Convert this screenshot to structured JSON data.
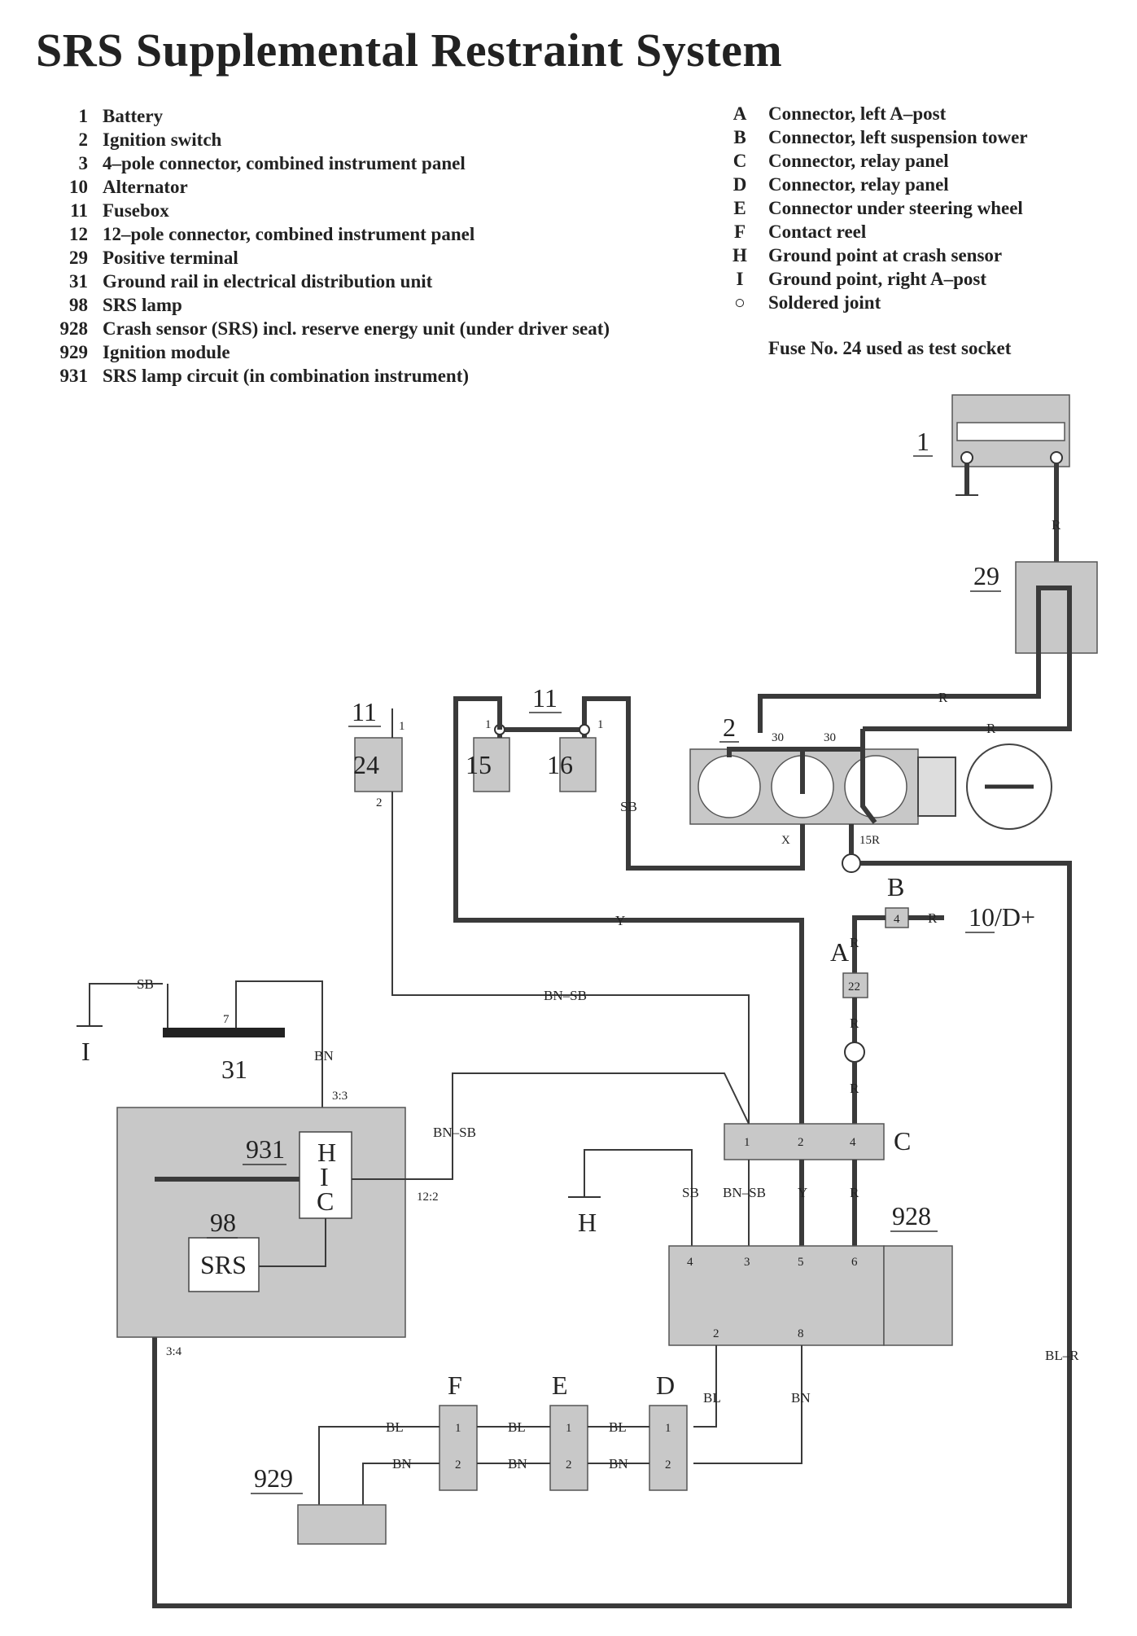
{
  "title": "SRS Supplemental Restraint System",
  "legend_left": [
    {
      "key": "1",
      "label": "Battery"
    },
    {
      "key": "2",
      "label": "Ignition switch"
    },
    {
      "key": "3",
      "label": "4–pole connector, combined instrument panel"
    },
    {
      "key": "10",
      "label": "Alternator"
    },
    {
      "key": "11",
      "label": "Fusebox"
    },
    {
      "key": "12",
      "label": "12–pole connector, combined instrument panel"
    },
    {
      "key": "29",
      "label": "Positive terminal"
    },
    {
      "key": "31",
      "label": "Ground rail in electrical distribution unit"
    },
    {
      "key": "98",
      "label": "SRS lamp"
    },
    {
      "key": "928",
      "label": "Crash sensor (SRS) incl. reserve energy unit (under driver seat)"
    },
    {
      "key": "929",
      "label": "Ignition module"
    },
    {
      "key": "931",
      "label": "SRS lamp circuit (in combination instrument)"
    }
  ],
  "legend_right": [
    {
      "key": "A",
      "label": "Connector, left A–post"
    },
    {
      "key": "B",
      "label": "Connector, left suspension tower"
    },
    {
      "key": "C",
      "label": "Connector, relay panel"
    },
    {
      "key": "D",
      "label": "Connector, relay panel"
    },
    {
      "key": "E",
      "label": "Connector under steering wheel"
    },
    {
      "key": "F",
      "label": "Contact reel"
    },
    {
      "key": "H",
      "label": "Ground point at crash sensor"
    },
    {
      "key": "I",
      "label": "Ground point, right A–post"
    },
    {
      "key": "○",
      "label": "Soldered joint"
    }
  ],
  "fuse_note": "Fuse No. 24 used as test socket",
  "components": {
    "battery": "1",
    "positive_terminal": "29",
    "ignition_switch": "2",
    "fusebox_left": "11",
    "fusebox_right": "11",
    "fuse_24": "24",
    "fuse_15": "15",
    "fuse_16": "16",
    "alternator_ref": "10/D+",
    "ground_rail": "31",
    "ground_rail_pin": "7",
    "ground_I": "I",
    "ground_H": "H",
    "lamp_circuit": "931",
    "hic_h": "H",
    "hic_i": "I",
    "hic_c": "C",
    "srs_lamp": "98",
    "srs_text": "SRS",
    "crash_sensor": "928",
    "ignition_module": "929",
    "conn_a": "A",
    "conn_b": "B",
    "conn_c": "C",
    "conn_d": "D",
    "conn_e": "E",
    "conn_f": "F"
  },
  "pins": {
    "fuse24_top": "1",
    "fuse24_bottom": "2",
    "fuse15_top": "1",
    "fuse16_top": "1",
    "switch_30a": "30",
    "switch_30b": "30",
    "switch_x": "X",
    "switch_15r": "15R",
    "b_pin": "4",
    "a_pin": "22",
    "c_pin1": "1",
    "c_pin2": "2",
    "c_pin4": "4",
    "s928_4": "4",
    "s928_3": "3",
    "s928_5": "5",
    "s928_6": "6",
    "s928_2": "2",
    "s928_8": "8",
    "f_1": "1",
    "f_2": "2",
    "e_1": "1",
    "e_2": "2",
    "d_1": "1",
    "d_2": "2",
    "p33": "3:3",
    "p34": "3:4",
    "p122": "12:2"
  },
  "wire_labels": {
    "r_bat": "R",
    "r_29a": "R",
    "r_29b": "R",
    "sb_fuse": "SB",
    "y_main": "Y",
    "bn_sb_main": "BN–SB",
    "r_b": "R",
    "r_a_top": "R",
    "r_a_bot": "R",
    "r_c": "R",
    "sb_i": "SB",
    "bn_931": "BN",
    "bn_sb_931": "BN–SB",
    "sb_h": "SB",
    "bn_sb_c": "BN–SB",
    "y_c": "Y",
    "r_c_bot": "R",
    "bl_r": "BL–R",
    "bl_928": "BL",
    "bn_928": "BN",
    "bl_fe": "BL",
    "bl_ed": "BL",
    "bl_929": "BL",
    "bn_fe": "BN",
    "bn_ed": "BN",
    "bn_929": "BN"
  }
}
